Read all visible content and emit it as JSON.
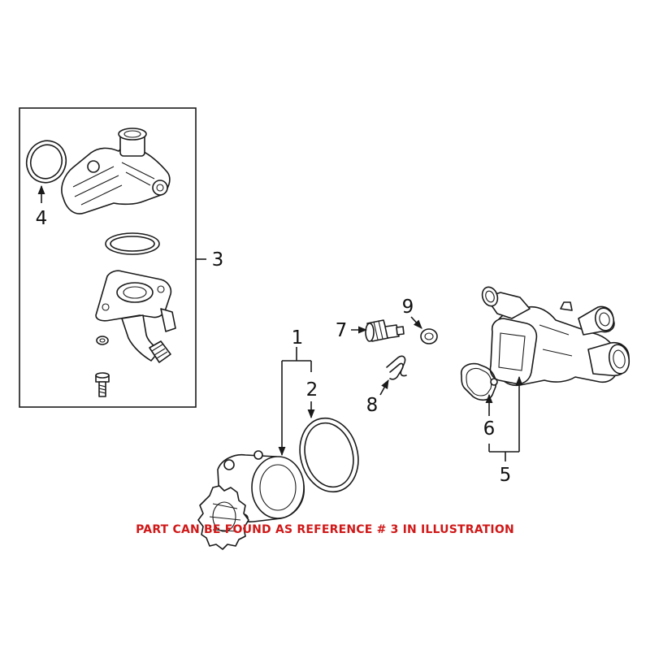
{
  "callouts": {
    "c1": "1",
    "c2": "2",
    "c3": "3",
    "c4": "4",
    "c5": "5",
    "c6": "6",
    "c7": "7",
    "c8": "8",
    "c9": "9"
  },
  "note": "PART CAN BE FOUND AS REFERENCE # 3 IN ILLUSTRATION",
  "colors": {
    "note": "#d01818",
    "line": "#1a1a1a",
    "background": "#ffffff"
  }
}
